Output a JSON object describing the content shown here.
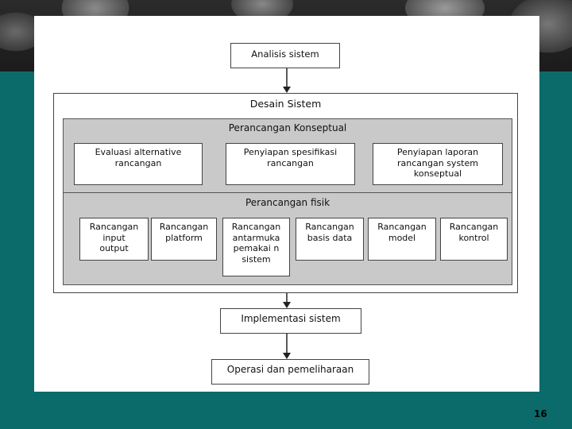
{
  "diagram": {
    "top_box": "Analisis sistem",
    "design": {
      "title": "Desain Sistem",
      "conceptual": {
        "title": "Perancangan Konseptual",
        "items": [
          "Evaluasi alternative\nrancangan",
          "Penyiapan spesifikasi\nrancangan",
          "Penyiapan laporan\nrancangan system\nkonseptual"
        ]
      },
      "physical": {
        "title": "Perancangan fisik",
        "items": [
          "Rancangan\ninput\noutput",
          "Rancangan\nplatform",
          "Rancangan\nantarmuka\npemakai n\nsistem",
          "Rancangan\nbasis data",
          "Rancangan\nmodel",
          "Rancangan\nkontrol"
        ]
      }
    },
    "implementation": "Implementasi sistem",
    "operation": "Operasi dan pemeliharaan"
  },
  "page_number": "16"
}
